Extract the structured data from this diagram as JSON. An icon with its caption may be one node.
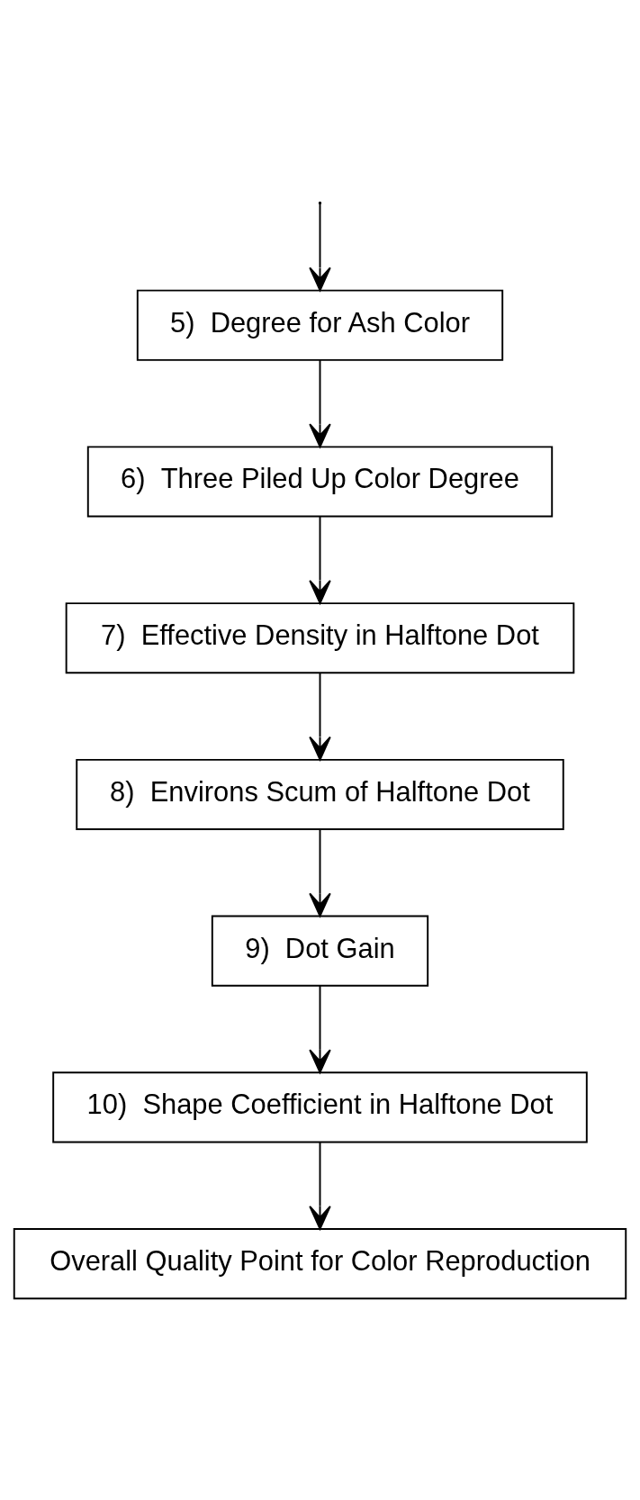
{
  "diagram": {
    "nodes": [
      {
        "text": [
          "5)  Degree for Ash Color"
        ]
      },
      {
        "text": [
          "6)  Three Piled Up Color Degree"
        ]
      },
      {
        "text": [
          "7)  Effective Density in Halftone Dot"
        ]
      },
      {
        "text": [
          "8)  Environs Scum of Halftone Dot"
        ]
      },
      {
        "text": [
          "9)  Dot Gain"
        ]
      },
      {
        "text": [
          "10)  Shape Coefficient in Halftone Dot"
        ]
      },
      {
        "text": [
          "Overall Quality Point for Color Reproduction"
        ]
      }
    ],
    "edges": [
      {
        "from": null,
        "to": 0,
        "arrow": "to"
      },
      {
        "from": 0,
        "to": 1,
        "arrow": "to"
      },
      {
        "from": 1,
        "to": 2,
        "arrow": "to"
      },
      {
        "from": 2,
        "to": 3,
        "arrow": "to"
      },
      {
        "from": 3,
        "to": 4,
        "arrow": "to"
      },
      {
        "from": 4,
        "to": 5,
        "arrow": "to"
      },
      {
        "from": 5,
        "to": 6,
        "arrow": "to"
      }
    ]
  }
}
